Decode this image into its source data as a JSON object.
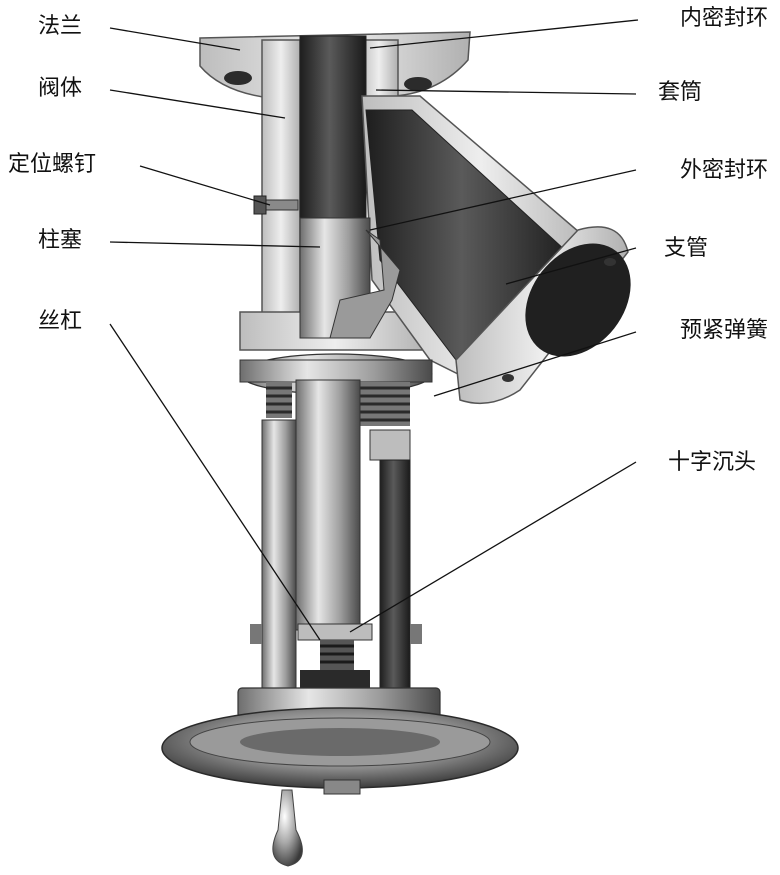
{
  "labels": {
    "flange": "法兰",
    "valve_body": "阀体",
    "positioning_screw": "定位螺钉",
    "plunger": "柱塞",
    "lead_screw": "丝杠",
    "inner_seal_ring": "内密封环",
    "sleeve": "套筒",
    "outer_seal_ring": "外密封环",
    "branch_pipe": "支管",
    "preload_spring": "预紧弹簧",
    "cross_countersink": "十字沉头"
  },
  "colors": {
    "metal_light": "#d9d9d9",
    "metal_mid": "#9a9a9a",
    "metal_dark": "#3a3a3a",
    "ink": "#111111"
  }
}
